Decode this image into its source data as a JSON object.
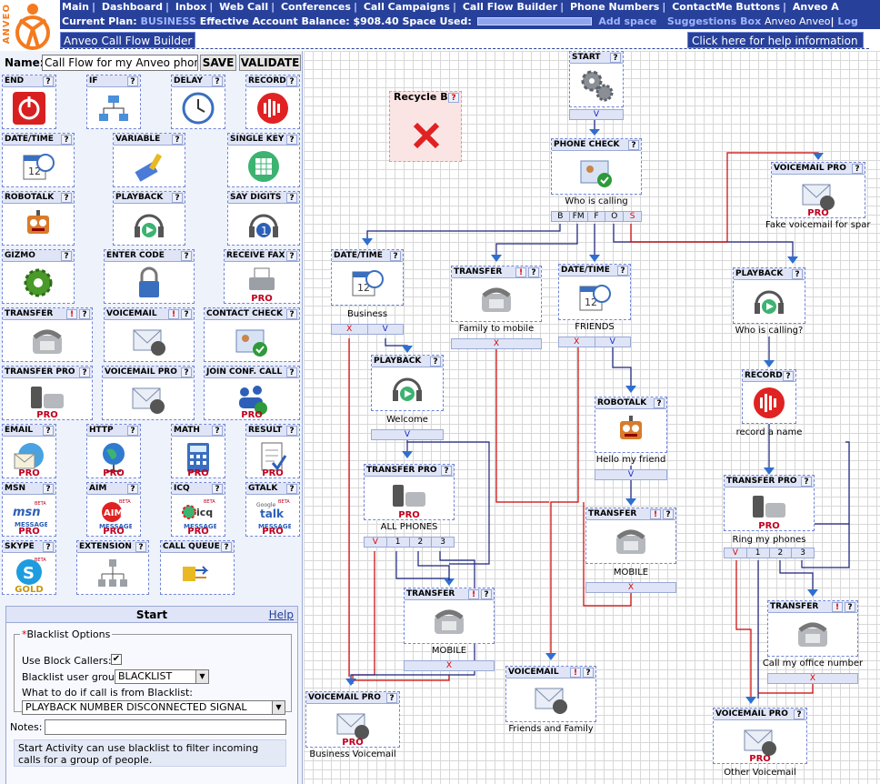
{
  "logo": {
    "text": "ANVEO"
  },
  "nav": {
    "items": [
      "Main",
      "Dashboard",
      "Inbox",
      "Web Call",
      "Conferences",
      "Call Campaigns",
      "Call Flow Builder",
      "Phone Numbers",
      "ContactMe Buttons",
      "Anveo A"
    ]
  },
  "plan": {
    "label": "Current Plan:",
    "plan_name": "BUSINESS",
    "balance_label": "Effective Account Balance:",
    "balance": "$908.40",
    "space_label": "Space Used:",
    "space_used_fraction": 1.0,
    "add_space": "Add space",
    "suggestions": "Suggestions Box",
    "user": "Anveo Anveo",
    "logout": "Log"
  },
  "page": {
    "title": "Anveo Call Flow Builder",
    "help_link": "Click here for help information"
  },
  "toolbar": {
    "name_label": "Name:",
    "name_value": "Call Flow for my Anveo phone",
    "save_label": "SAVE",
    "validate_label": "VALIDATE"
  },
  "palette": [
    {
      "label": "END"
    },
    {
      "label": "IF"
    },
    {
      "label": "DELAY"
    },
    {
      "label": "RECORD"
    },
    {
      "label": "DATE/TIME"
    },
    {
      "label": "VARIABLE"
    },
    {
      "label": "SINGLE KEY"
    },
    {
      "label": "ROBOTALK"
    },
    {
      "label": "PLAYBACK"
    },
    {
      "label": "SAY DIGITS"
    },
    {
      "label": "GIZMO"
    },
    {
      "label": "ENTER CODE"
    },
    {
      "label": "RECEIVE FAX",
      "badge": "PRO"
    },
    {
      "label": "TRANSFER"
    },
    {
      "label": "VOICEMAIL"
    },
    {
      "label": "CONTACT CHECK"
    },
    {
      "label": "TRANSFER PRO",
      "badge": "PRO"
    },
    {
      "label": "VOICEMAIL PRO"
    },
    {
      "label": "JOIN CONF. CALL",
      "badge": "PRO"
    },
    {
      "label": "EMAIL",
      "badge": "PRO"
    },
    {
      "label": "HTTP",
      "badge": "PRO"
    },
    {
      "label": "MATH",
      "badge": "PRO"
    },
    {
      "label": "RESULT",
      "badge": "PRO"
    },
    {
      "label": "MSN",
      "badge": "PRO",
      "icon_text": "msn",
      "sub": "MESSAGE",
      "beta": "BETA"
    },
    {
      "label": "AIM",
      "badge": "PRO",
      "icon_text": "AIM",
      "sub": "MESSAGE",
      "beta": "BETA"
    },
    {
      "label": "ICQ",
      "badge": "PRO",
      "icon_text": "icq",
      "sub": "MESSAGE",
      "beta": "BETA"
    },
    {
      "label": "GTALK",
      "badge": "PRO",
      "icon_text": "talk",
      "sub": "MESSAGE",
      "beta": "BETA",
      "small": "Google"
    },
    {
      "label": "SKYPE",
      "badge": "GOLD",
      "beta": "BETA"
    },
    {
      "label": "EXTENSION"
    },
    {
      "label": "CALL QUEUE"
    }
  ],
  "start_panel": {
    "title": "Start",
    "help": "Help",
    "fieldset_legend": "Blacklist Options",
    "required_mark": "*",
    "use_block_label": "Use Block Callers:",
    "use_block_checked": true,
    "group_label": "Blacklist user group:",
    "group_value": "BLACKLIST",
    "action_label": "What to do if call is from Blacklist:",
    "action_value": "PLAYBACK NUMBER DISCONNECTED SIGNAL",
    "notes_label": "Notes:",
    "notes_value": "",
    "description": "Start Activity can use blacklist to filter incoming calls for a group of people."
  },
  "canvas": {
    "recycle_bin": "Recycle Bin",
    "nodes": {
      "start": {
        "title": "START",
        "ports": [
          "V"
        ]
      },
      "phone_check": {
        "title": "PHONE CHECK",
        "caption": "Who is calling",
        "ports": [
          "B",
          "FM",
          "F",
          "O",
          "S"
        ]
      },
      "vm_spam": {
        "title": "VOICEMAIL PRO",
        "caption": "Fake voicemail for spar"
      },
      "date_business": {
        "title": "DATE/TIME",
        "caption": "Business",
        "ports": [
          "X",
          "V"
        ]
      },
      "transfer_family": {
        "title": "TRANSFER",
        "caption": "Family to mobile",
        "ports": [
          "X"
        ]
      },
      "date_friends": {
        "title": "DATE/TIME",
        "caption": "FRIENDS",
        "ports": [
          "X",
          "V"
        ]
      },
      "playback_other": {
        "title": "PLAYBACK",
        "caption": "Who is calling?"
      },
      "playback_welcome": {
        "title": "PLAYBACK",
        "caption": "Welcome",
        "ports": [
          "V"
        ]
      },
      "robotalk": {
        "title": "ROBOTALK",
        "caption": "Hello my friend",
        "ports": [
          "V"
        ]
      },
      "record": {
        "title": "RECORD",
        "caption": "record a name"
      },
      "tpro_all": {
        "title": "TRANSFER PRO",
        "caption": "ALL PHONES",
        "ports": [
          "V",
          "1",
          "2",
          "3"
        ]
      },
      "transfer_mobile2": {
        "title": "TRANSFER",
        "caption": "MOBILE",
        "ports": [
          "X"
        ]
      },
      "tpro_ring": {
        "title": "TRANSFER PRO",
        "caption": "Ring my phones",
        "ports": [
          "V",
          "1",
          "2",
          "3"
        ]
      },
      "transfer_mobile": {
        "title": "TRANSFER",
        "caption": "MOBILE",
        "ports": [
          "X"
        ]
      },
      "transfer_office": {
        "title": "TRANSFER",
        "caption": "Call my office number",
        "ports": [
          "X"
        ]
      },
      "vm_business": {
        "title": "VOICEMAIL PRO",
        "caption": "Business Voicemail"
      },
      "vm_friends": {
        "title": "VOICEMAIL",
        "caption": "Friends and Family"
      },
      "vm_other": {
        "title": "VOICEMAIL PRO",
        "caption": "Other Voicemail"
      }
    }
  },
  "colors": {
    "nav_bg": "#27409a",
    "tile_header": "#dfe5f6",
    "pro_red": "#c1001f",
    "wire_red": "#cc0000",
    "wire_blue": "#1a237e"
  }
}
